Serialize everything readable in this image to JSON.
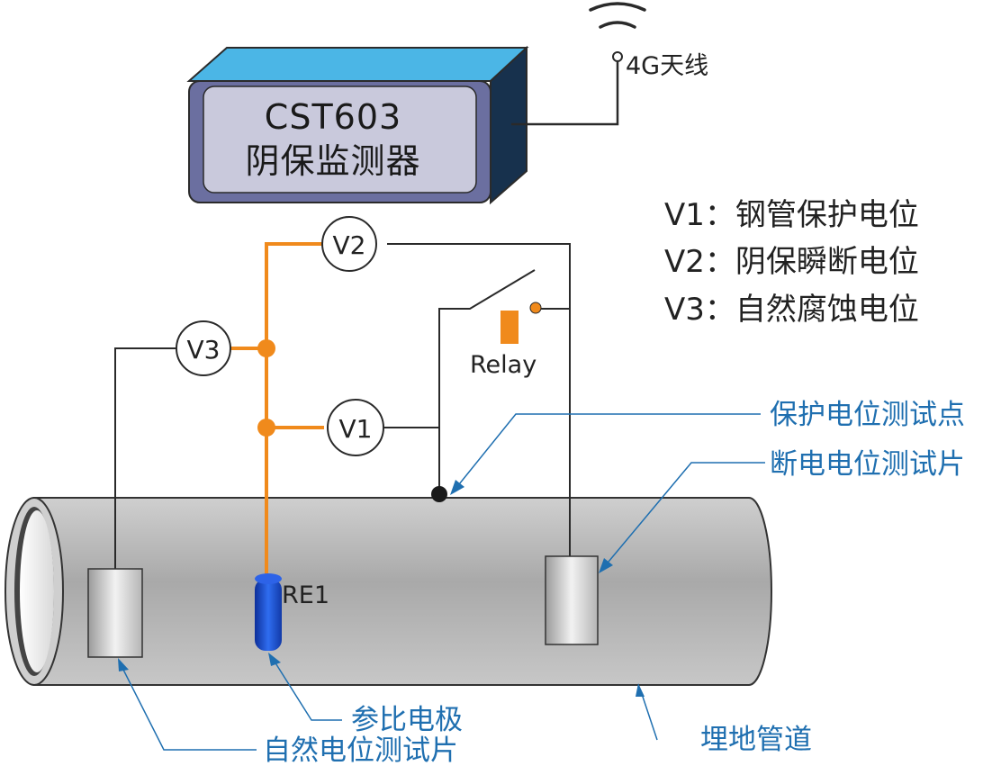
{
  "device": {
    "model": "CST603",
    "name": "阴保监测器",
    "antenna_label": "4G天线"
  },
  "legend": [
    {
      "key": "V1",
      "sep": "：",
      "text": "钢管保护电位"
    },
    {
      "key": "V2",
      "sep": "：",
      "text": "阴保瞬断电位"
    },
    {
      "key": "V3",
      "sep": "：",
      "text": "自然腐蚀电位"
    }
  ],
  "meters": {
    "v1": "V1",
    "v2": "V2",
    "v3": "V3"
  },
  "relay_label": "Relay",
  "electrode_label": "RE1",
  "callouts": {
    "protection_test_point": "保护电位测试点",
    "off_potential_coupon": "断电电位测试片",
    "reference_electrode": "参比电极",
    "buried_pipeline": "埋地管道",
    "natural_potential_coupon": "自然电位测试片"
  },
  "colors": {
    "orange_wire": "#f08a1c",
    "black_wire": "#2a2a2a",
    "callout_blue": "#1f6fb0",
    "device_front": "#6b6fa0",
    "device_top": "#4bb6e6",
    "device_screen": "#c9c9dc",
    "electrode_blue": "#1e4fd0",
    "relay_orange": "#f08a1c"
  },
  "icons": [
    "signal-waves-icon",
    "antenna-icon",
    "junction-dot-icon"
  ]
}
